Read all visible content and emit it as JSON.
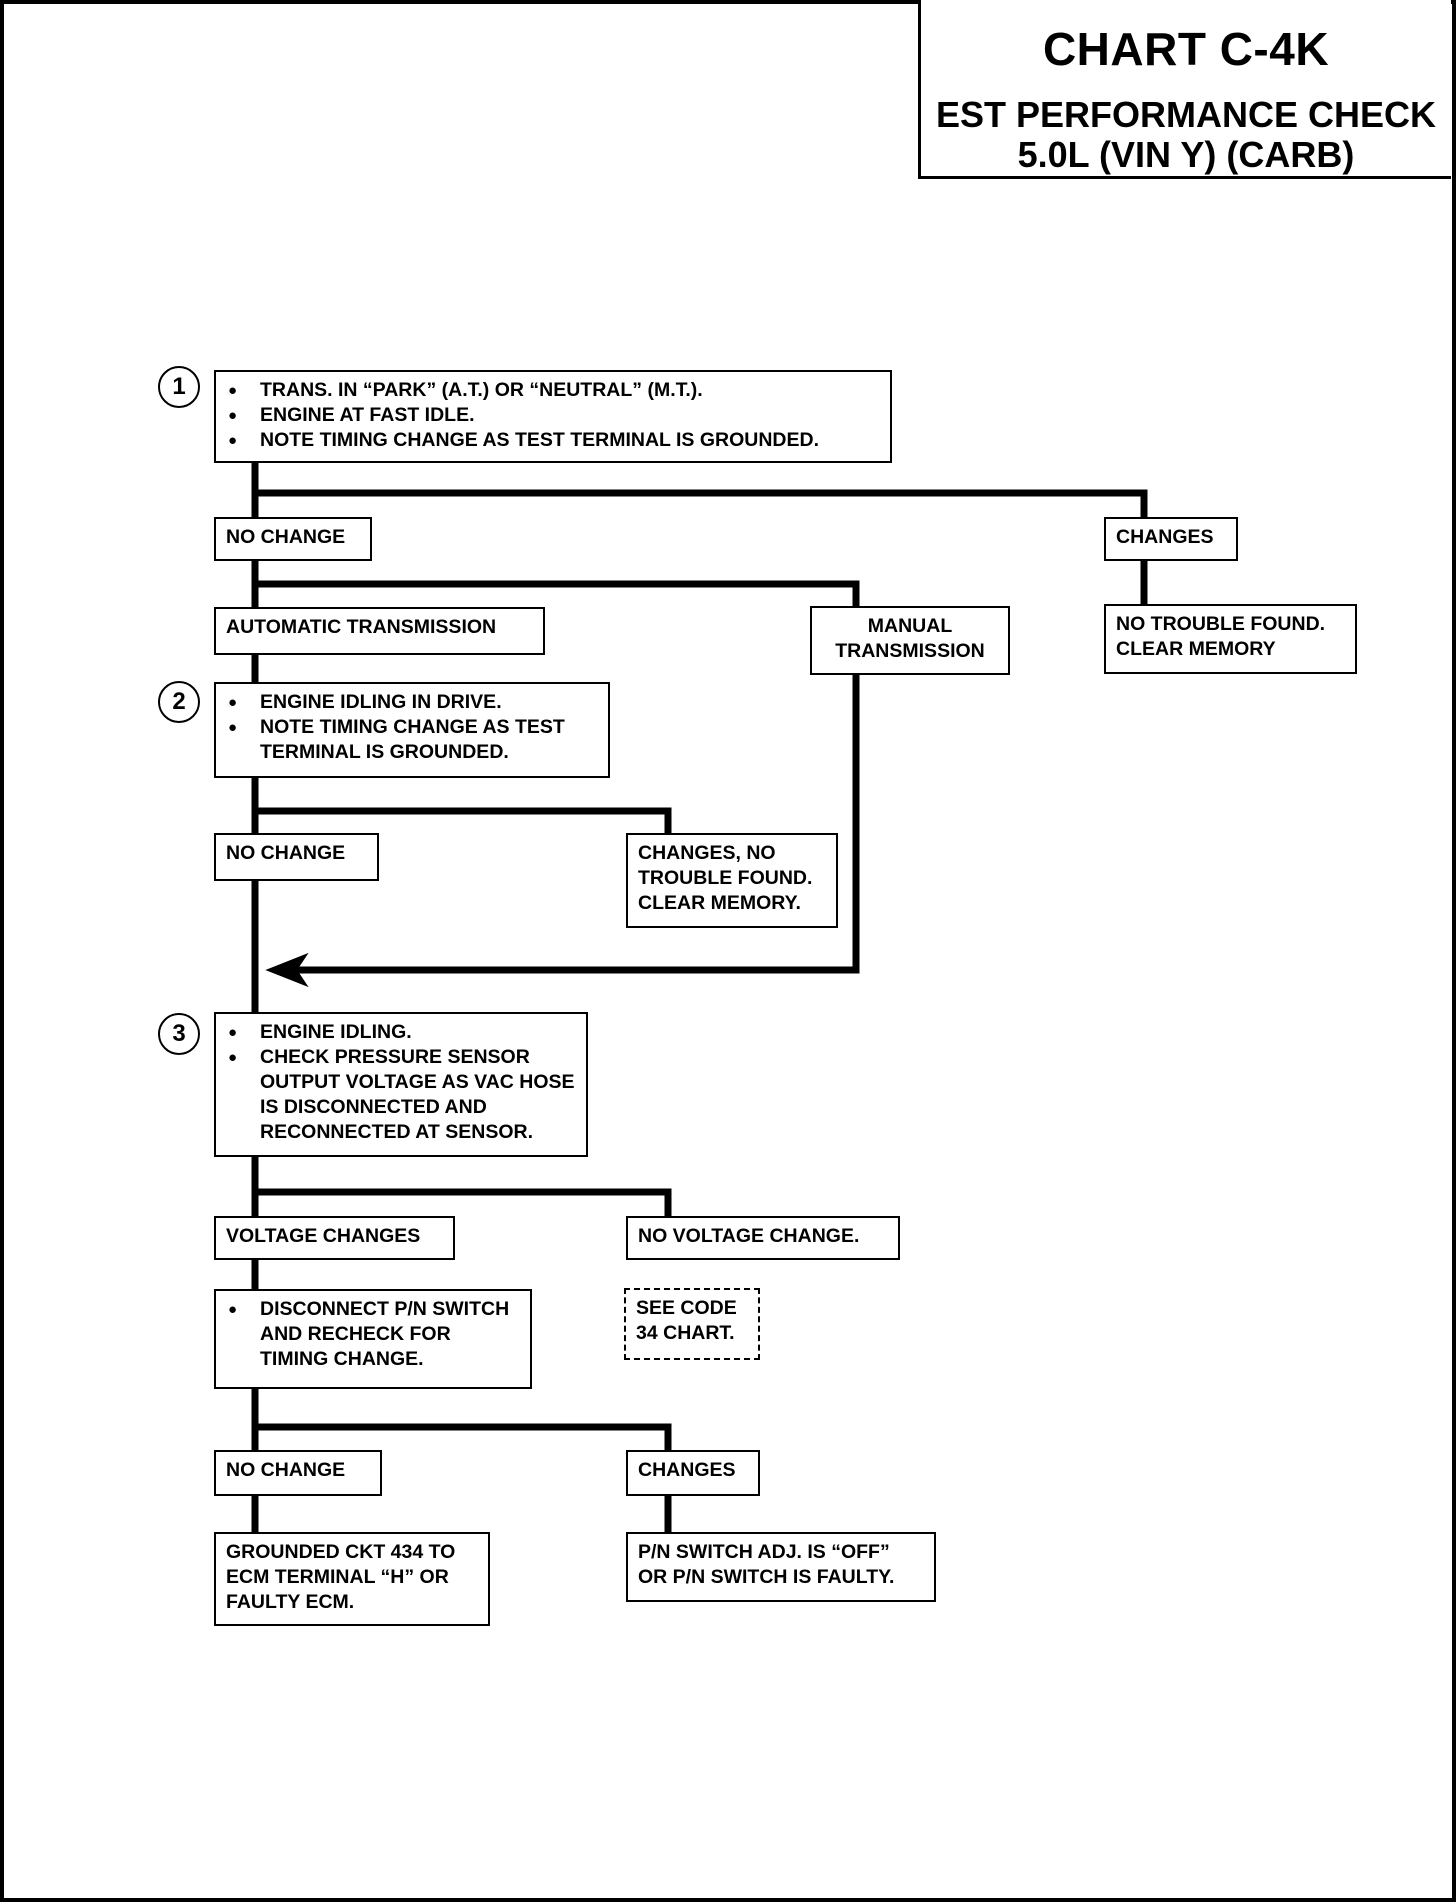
{
  "title": {
    "chart": "CHART C-4K",
    "line2": "EST PERFORMANCE CHECK",
    "line3": "5.0L  (VIN Y)  (CARB)"
  },
  "steps": {
    "s1": {
      "number": "1",
      "items": [
        "TRANS. IN “PARK” (A.T.) OR “NEUTRAL” (M.T.).",
        "ENGINE AT FAST IDLE.",
        "NOTE TIMING CHANGE AS TEST TERMINAL IS GROUNDED."
      ]
    },
    "s2": {
      "number": "2",
      "items": [
        "ENGINE IDLING IN DRIVE.",
        "NOTE TIMING CHANGE AS TEST TERMINAL IS GROUNDED."
      ]
    },
    "s3": {
      "number": "3",
      "items": [
        "ENGINE IDLING.",
        "CHECK PRESSURE SENSOR OUTPUT VOLTAGE AS VAC HOSE IS DISCONNECTED AND RECONNECTED AT SENSOR."
      ]
    },
    "s4": {
      "items": [
        "DISCONNECT P/N SWITCH AND RECHECK FOR TIMING CHANGE."
      ]
    }
  },
  "boxes": {
    "no_change_1": "NO CHANGE",
    "changes_1": "CHANGES",
    "no_trouble_1": "NO TROUBLE FOUND. CLEAR MEMORY",
    "auto_trans": "AUTOMATIC TRANSMISSION",
    "manual_trans": "MANUAL TRANSMISSION",
    "no_change_2": "NO CHANGE",
    "changes_2": "CHANGES, NO TROUBLE FOUND. CLEAR MEMORY.",
    "voltage_changes": "VOLTAGE CHANGES",
    "no_voltage_change": "NO VOLTAGE CHANGE.",
    "see_code": "SEE CODE 34 CHART.",
    "no_change_3": "NO CHANGE",
    "changes_3": "CHANGES",
    "grounded_ckt": "GROUNDED CKT 434 TO ECM TERMINAL “H” OR FAULTY ECM.",
    "pn_switch": "P/N SWITCH ADJ. IS “OFF” OR P/N SWITCH IS FAULTY."
  }
}
